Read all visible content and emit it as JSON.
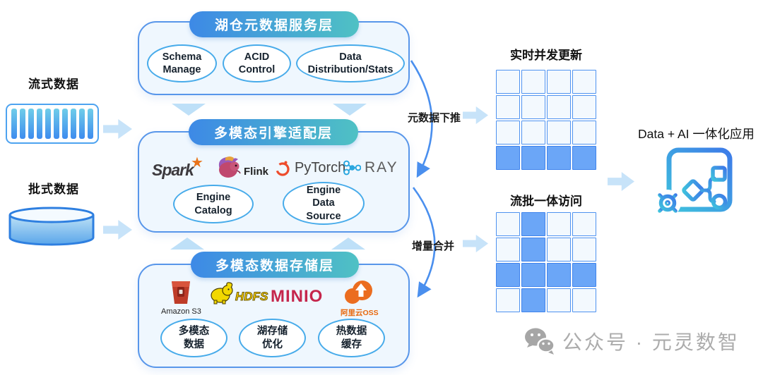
{
  "inputs": [
    {
      "label": "流式数据",
      "icon": "stream-bars"
    },
    {
      "label": "批式数据",
      "icon": "database-cylinder"
    }
  ],
  "layers": [
    {
      "title": "湖仓元数据服务层",
      "pills": [
        "Schema Manage",
        "ACID Control",
        "Data Distribution/Stats"
      ]
    },
    {
      "title": "多模态引擎适配层",
      "logos": [
        "Spark",
        "Flink",
        "PyTorch",
        "RAY"
      ],
      "pills": [
        "Engine Catalog",
        "Engine Data Source"
      ]
    },
    {
      "title": "多模态数据存储层",
      "logos": [
        "Amazon S3",
        "HDFS",
        "MINIO",
        "阿里云OSS"
      ],
      "pills": [
        "多模态数据",
        "湖存储优化",
        "热数据缓存"
      ]
    }
  ],
  "flows": [
    {
      "label": "元数据下推"
    },
    {
      "label": "增量合并"
    }
  ],
  "grids": [
    {
      "title": "实时并发更新",
      "rows": 4,
      "cols": 4,
      "filled": [
        [
          3,
          0
        ],
        [
          3,
          1
        ],
        [
          3,
          2
        ],
        [
          3,
          3
        ]
      ]
    },
    {
      "title": "流批一体访问",
      "rows": 4,
      "cols": 4,
      "filled": [
        [
          0,
          1
        ],
        [
          1,
          1
        ],
        [
          2,
          0
        ],
        [
          2,
          1
        ],
        [
          2,
          2
        ],
        [
          2,
          3
        ],
        [
          3,
          1
        ]
      ]
    }
  ],
  "output": {
    "label": "Data + AI 一体化应用"
  },
  "watermark": {
    "label": "公众号 · 元灵数智"
  },
  "colors": {
    "box_border": "#5896EA",
    "box_bg": "#EFF7FE",
    "header_gradient_start": "#3D89E6",
    "header_gradient_end": "#4FC1C4",
    "grid_fill": "#6BA6F7",
    "light_arrow": "#C7E3F9",
    "curve_arrow": "#4A8FEE"
  }
}
